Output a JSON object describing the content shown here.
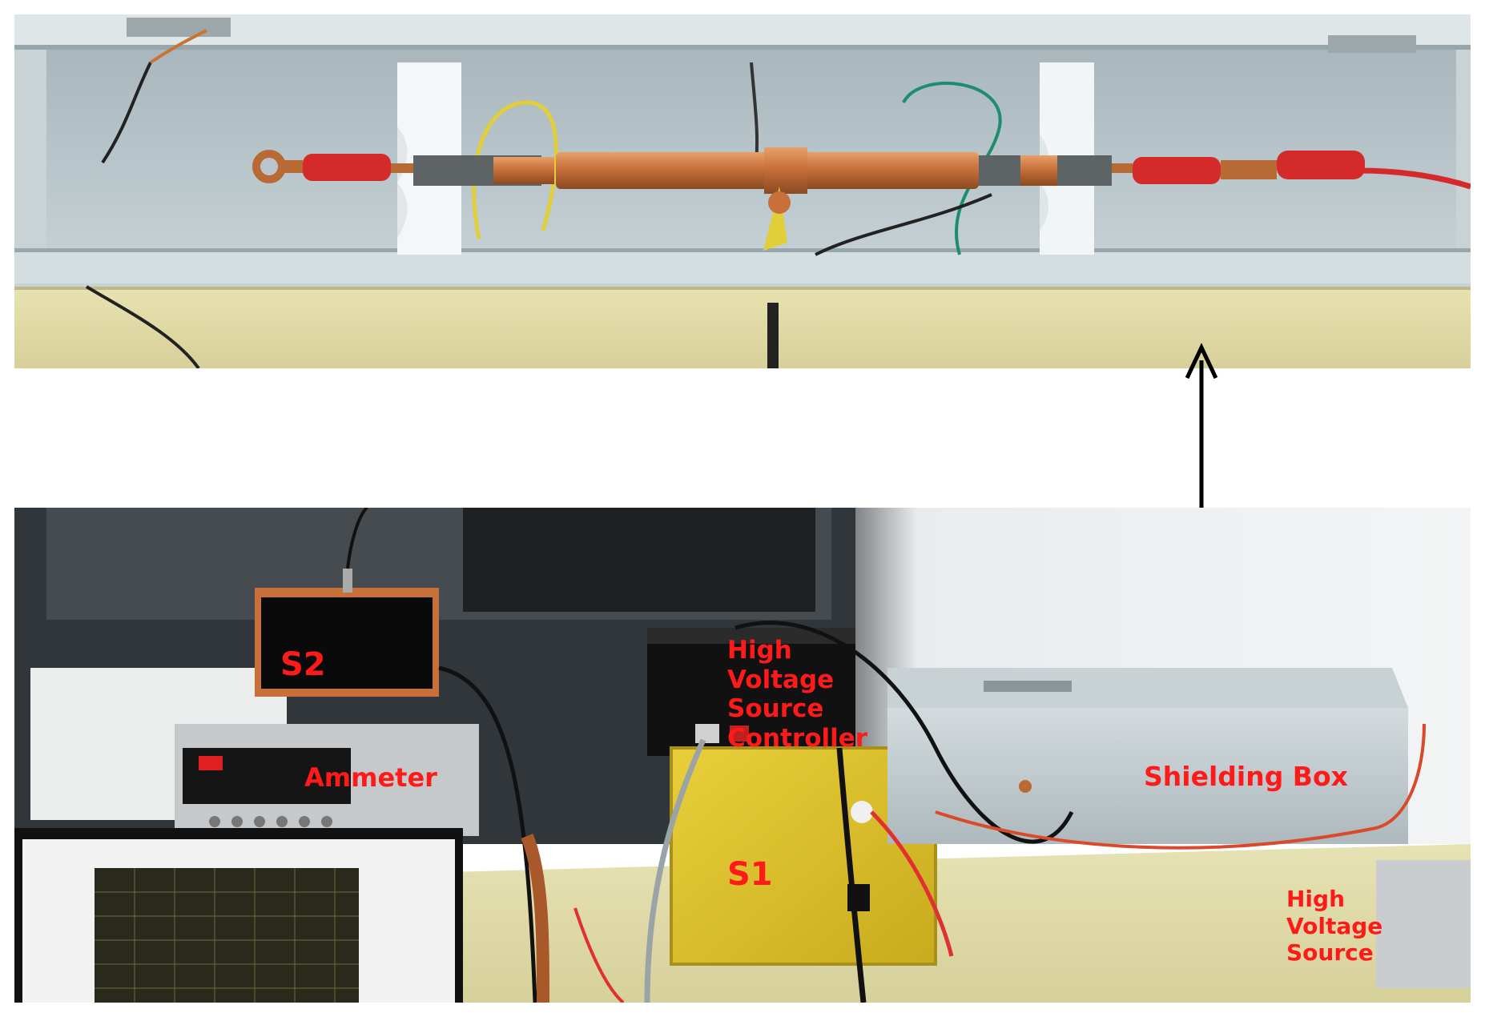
{
  "labels": {
    "s2": "S2",
    "hv_source_controller": "High Voltage Source Controller",
    "ammeter": "Ammeter",
    "shielding_box": "Shielding Box",
    "s1": "S1",
    "hv_source": "High Voltage Source"
  },
  "colors": {
    "label_red": "#ff1a1a",
    "copper": "#c87533",
    "box_gray": "#b9c4c8",
    "sample_yellow": "#e3c72a"
  },
  "icons": {
    "arrow": "up-arrow-icon"
  }
}
